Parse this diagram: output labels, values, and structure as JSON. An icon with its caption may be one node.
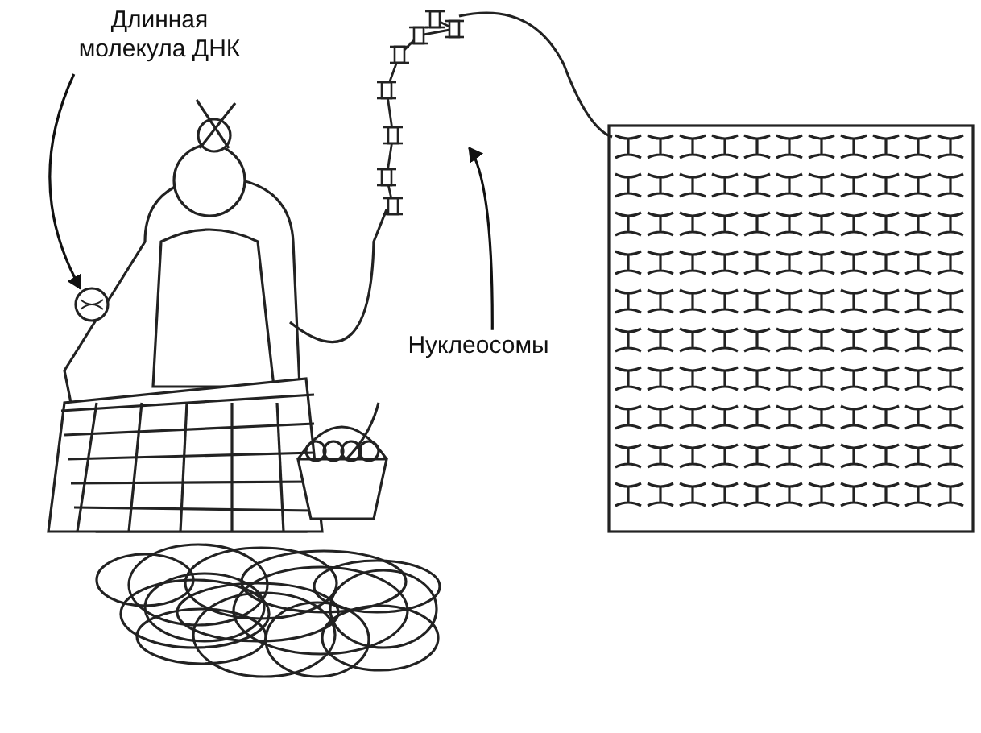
{
  "diagram": {
    "nodes": [
      {
        "text": [
          "Длинная молекула ДНК"
        ]
      },
      {
        "text": [],
        "shape": "circle"
      },
      {
        "text": [
          "Нуклеосомы"
        ]
      },
      {
        "text": [],
        "shape": "picture"
      }
    ],
    "edges": [
      {
        "from": 0,
        "to": 1,
        "arrow": "to"
      },
      {
        "from": 2,
        "to": 3,
        "arrow": "to"
      }
    ]
  }
}
